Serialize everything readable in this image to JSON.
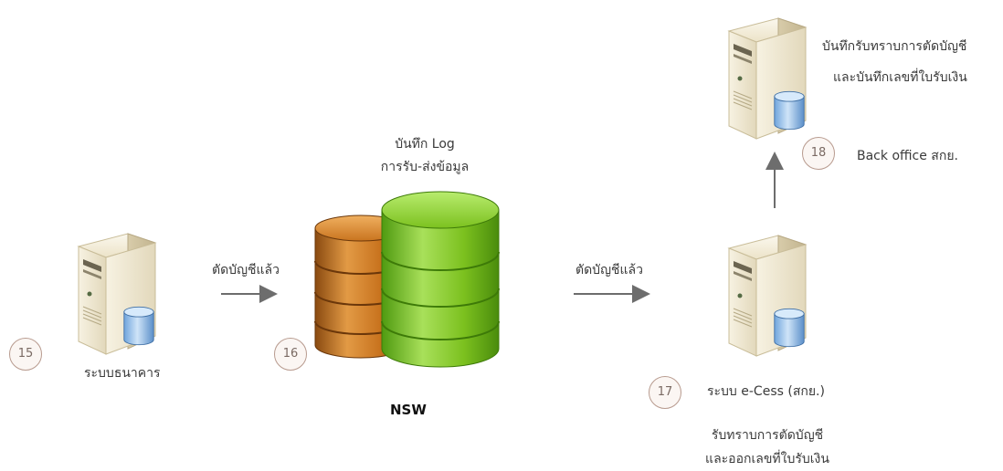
{
  "nodes": {
    "bank": {
      "step": "15",
      "label": "ระบบธนาคาร"
    },
    "nsw": {
      "step": "16",
      "log_line1": "บันทึก Log",
      "log_line2": "การรับ-ส่งข้อมูล",
      "label": "NSW"
    },
    "ecess": {
      "step": "17",
      "label": "ระบบ e-Cess (สกย.)",
      "desc_line1": "รับทราบการตัดบัญชี",
      "desc_line2": "และออกเลขที่ใบรับเงิน"
    },
    "backoffice": {
      "step": "18",
      "label": "Back office สกย.",
      "desc_line1": "บันทึกรับทราบการตัดบัญชี",
      "desc_line2": "และบันทึกเลขที่ใบรับเงิน"
    }
  },
  "arrows": {
    "bank_to_nsw": "ตัดบัญชีแล้ว",
    "nsw_to_ecess": "ตัดบัญชีแล้ว"
  },
  "colors": {
    "arrow": "#6d6d6d",
    "server_body": "#efe8d2",
    "db_blue": "#8fbce8",
    "cyl_green": "#7cc11f",
    "cyl_orange": "#c9741f"
  }
}
